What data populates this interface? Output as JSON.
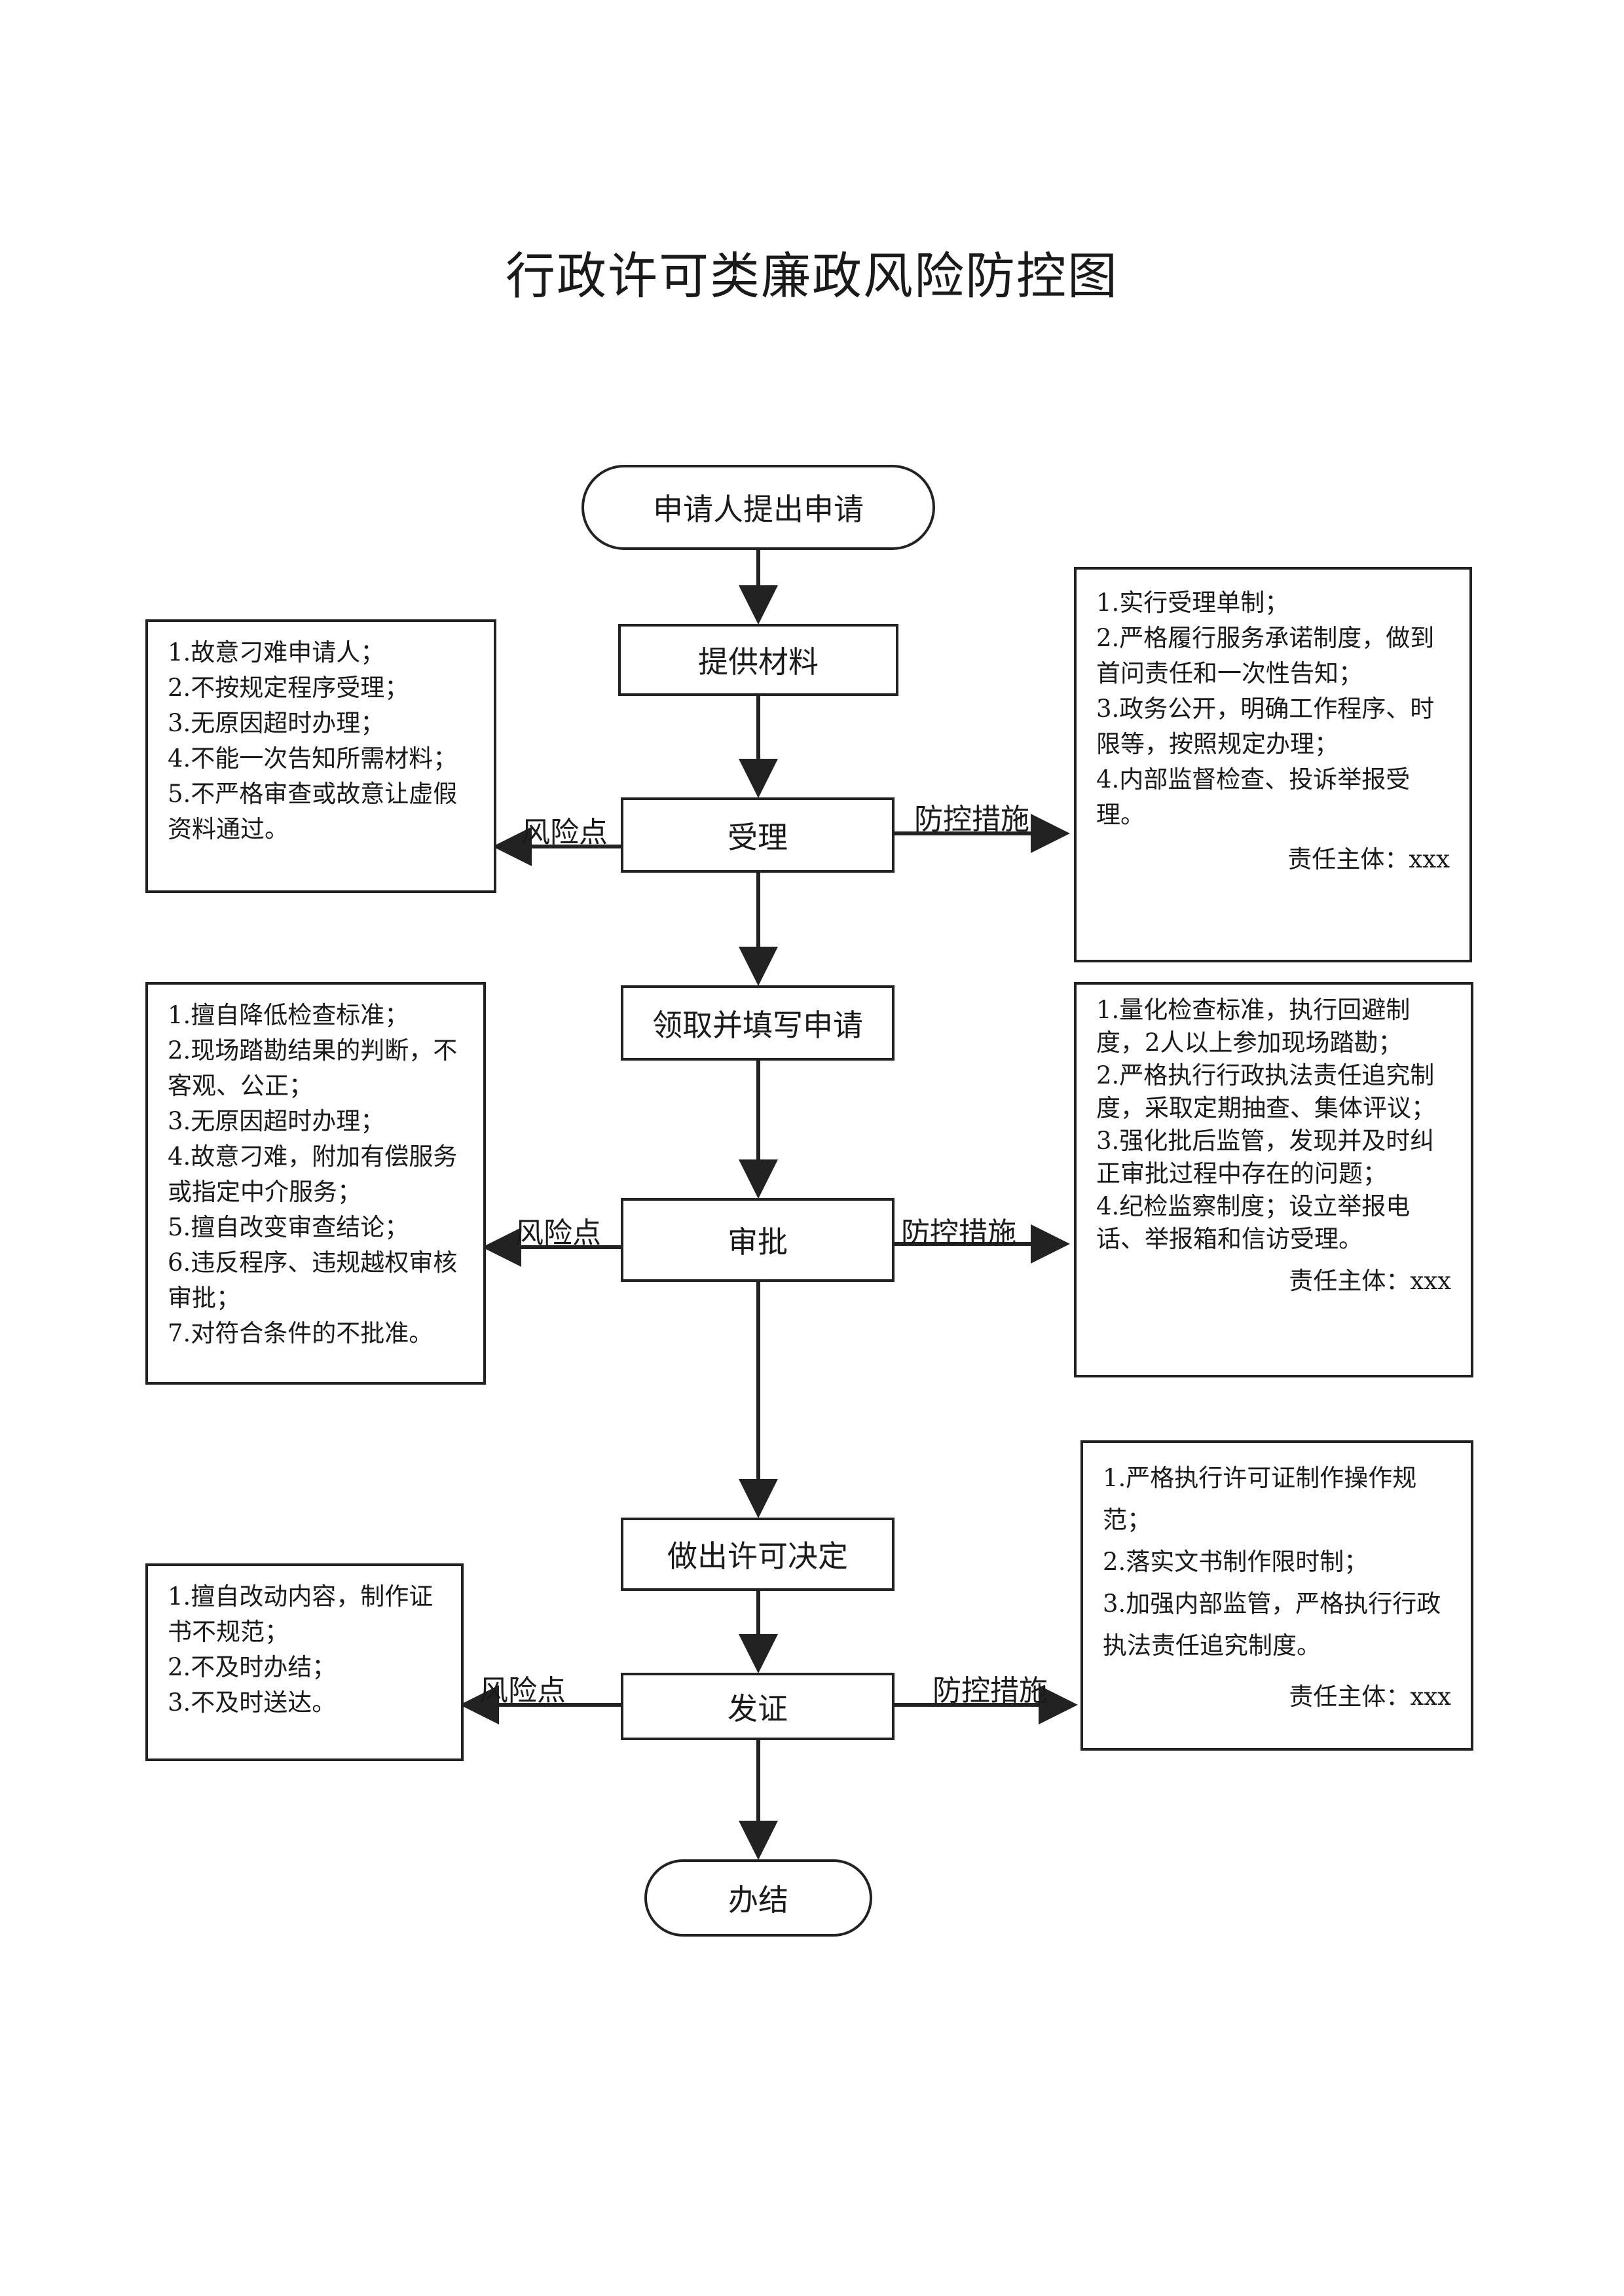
{
  "title": "行政许可类廉政风险防控图",
  "nodes": {
    "start": "申请人提出申请",
    "provide": "提供材料",
    "accept": "受理",
    "receive": "领取并填写申请",
    "approve": "审批",
    "decide": "做出许可决定",
    "issue": "发证",
    "finish": "办结"
  },
  "labels": {
    "risk": "风险点",
    "control": "防控措施"
  },
  "risks": {
    "accept": [
      "1.故意刁难申请人；",
      "2.不按规定程序受理；",
      "3.无原因超时办理；",
      "4.不能一次告知所需材料；",
      "5.不严格审查或故意让虚假资料通过。"
    ],
    "approve": [
      "1.擅自降低检查标准；",
      "2.现场踏勘结果的判断，不客观、公正；",
      "3.无原因超时办理；",
      "4.故意刁难，附加有偿服务或指定中介服务；",
      "5.擅自改变审查结论；",
      "6.违反程序、违规越权审核审批；",
      "7.对符合条件的不批准。"
    ],
    "issue": [
      "1.擅自改动内容，制作证书不规范；",
      "2.不及时办结；",
      "3.不及时送达。"
    ]
  },
  "controls": {
    "accept": {
      "items": [
        "1.实行受理单制；",
        "2.严格履行服务承诺制度，做到首问责任和一次性告知；",
        "3.政务公开，明确工作程序、时限等，按照规定办理；",
        "4.内部监督检查、投诉举报受理。"
      ],
      "owner": "责任主体：xxx"
    },
    "approve": {
      "items": [
        "1.量化检查标准，执行回避制度，2人以上参加现场踏勘；",
        "2.严格执行行政执法责任追究制度，采取定期抽查、集体评议；",
        "3.强化批后监管，发现并及时纠正审批过程中存在的问题；",
        "4.纪检监察制度；设立举报电话、举报箱和信访受理。"
      ],
      "owner": "责任主体：xxx"
    },
    "issue": {
      "items": [
        "1.严格执行许可证制作操作规范；",
        "2.落实文书制作限时制；",
        "3.加强内部监管，严格执行行政执法责任追究制度。"
      ],
      "owner": "责任主体：xxx"
    }
  }
}
